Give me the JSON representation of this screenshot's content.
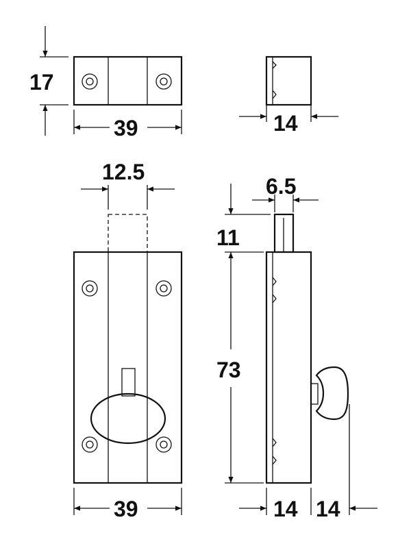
{
  "dimensions": {
    "keeper_height": "17",
    "keeper_width": "39",
    "keeper_depth": "14",
    "bolt_width": "12.5",
    "bolt_depth": "6.5",
    "bolt_extension": "11",
    "body_height": "73",
    "body_width": "39",
    "body_depth": "14",
    "knob_projection": "14"
  }
}
